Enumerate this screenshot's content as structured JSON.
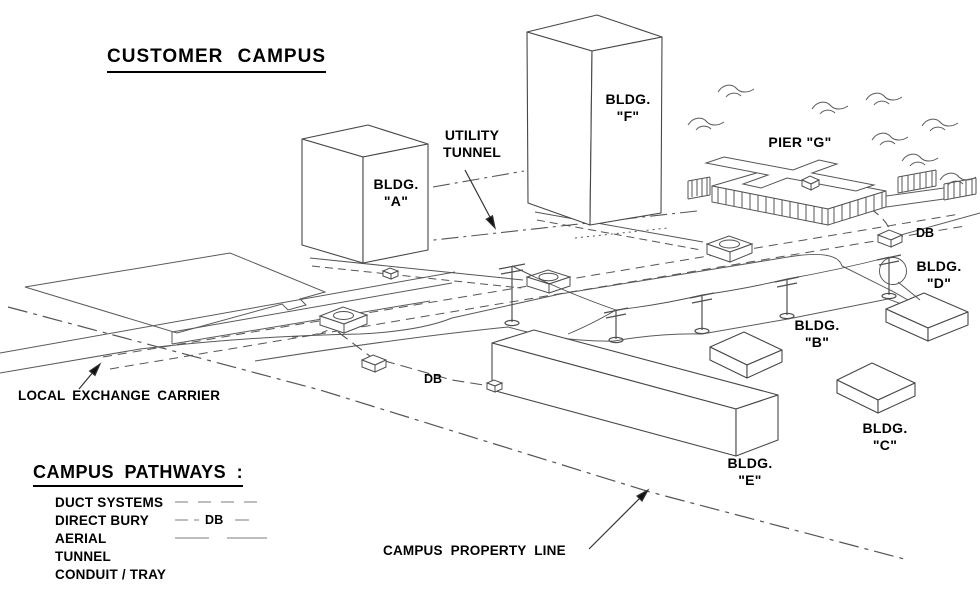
{
  "title": "CUSTOMER CAMPUS",
  "buildings": {
    "a": "BLDG.\n\"A\"",
    "f": "BLDG.\n\"F\"",
    "b": "BLDG.\n\"B\"",
    "c": "BLDG.\n\"C\"",
    "d": "BLDG.\n\"D\"",
    "e": "BLDG.\n\"E\"",
    "pier_g": "PIER \"G\""
  },
  "annotations": {
    "utility_tunnel": "UTILITY\nTUNNEL",
    "local_exchange_carrier": "LOCAL EXCHANGE CARRIER",
    "campus_property_line": "CAMPUS PROPERTY LINE",
    "direct_bury_marker": "DB"
  },
  "legend": {
    "title": "CAMPUS PATHWAYS :",
    "db_sample_label": "DB",
    "items": [
      {
        "label": "DUCT SYSTEMS",
        "line_style": "dashed"
      },
      {
        "label": "DIRECT BURY",
        "line_style": "dashed-with-db"
      },
      {
        "label": "AERIAL",
        "line_style": "solid-segments"
      },
      {
        "label": "TUNNEL",
        "line_style": "none-shown"
      },
      {
        "label": "CONDUIT / TRAY",
        "line_style": "none-shown"
      }
    ]
  },
  "colors": {
    "line": "#4f4f4f",
    "text": "#000000",
    "legend_sample": "#a8a8a8",
    "background": "#ffffff"
  }
}
